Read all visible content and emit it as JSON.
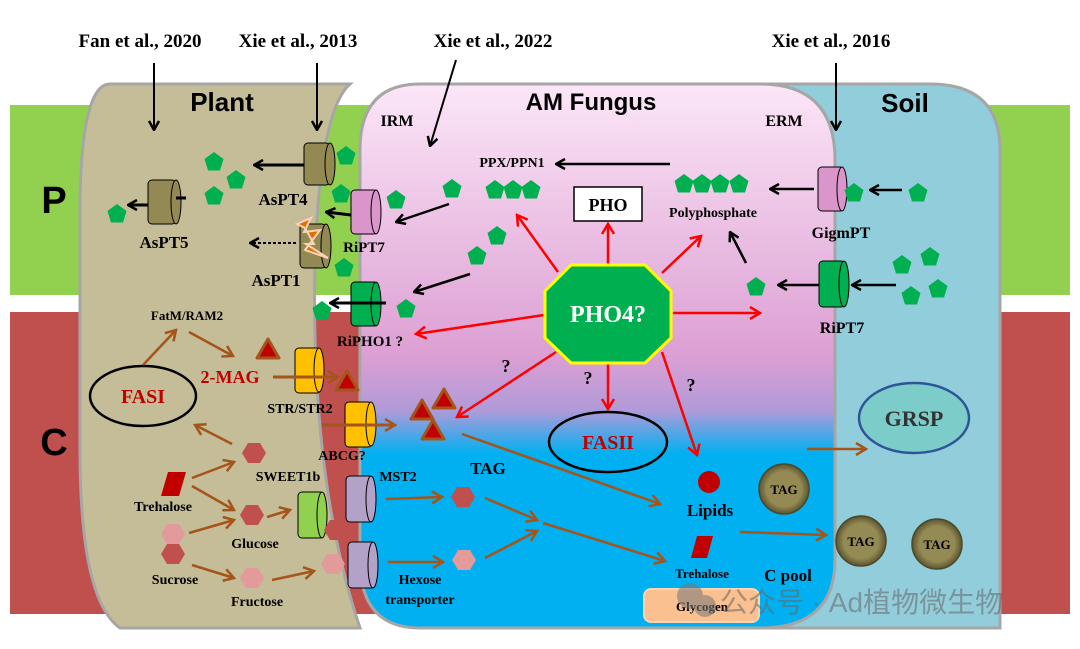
{
  "figure": {
    "references": [
      "Fan et al., 2020",
      "Xie et al., 2013",
      "Xie et al., 2022",
      "Xie et al., 2016"
    ],
    "compartments": {
      "plant": "Plant",
      "fungus": "AM Fungus",
      "soil": "Soil",
      "irm": "IRM",
      "erm": "ERM"
    },
    "side_labels": {
      "p": "P",
      "c": "C"
    },
    "transporters": {
      "aspt4": "AsPT4",
      "aspt5": "AsPT5",
      "aspt1": "AsPT1",
      "ript7_irm": "RiPT7",
      "ripho1": "RiPHO1 ?",
      "gigmpt": "GigmPT",
      "ript7_erm": "RiPT7",
      "str": "STR/STR2",
      "abcg": "ABCG?",
      "sweet": "SWEET1b",
      "mst2": "MST2",
      "hexose": [
        "Hexose",
        "transporter"
      ]
    },
    "molecules": {
      "ppx": "PPX/PPN1",
      "pho": "PHO",
      "polyphosphate": "Polyphosphate",
      "pho4": "PHO4?",
      "fatm": "FatM/RAM2",
      "mag": "2-MAG",
      "fasi": "FASI",
      "fasii": "FASII",
      "trehalose_plant": "Trehalose",
      "glucose": "Glucose",
      "sucrose": "Sucrose",
      "fructose": "Fructose",
      "tag_label": "TAG",
      "lipids": "Lipids",
      "trehalose_fungus": "Trehalose",
      "cpool": "C pool",
      "glycogen": "Glycogen",
      "grsp": "GRSP",
      "tag_bubble": "TAG",
      "question": "?"
    },
    "watermark": "公众号 · Ad植物微生物",
    "colors": {
      "p_band": "#92d050",
      "c_band": "#c0504d",
      "plant": "#c4bd97",
      "fungus_top": "#fbe4f6",
      "fungus_mid": "#dc9fd3",
      "fungus_bottom": "#00b0f0",
      "soil": "#92cddc",
      "phosphate": "#00b050",
      "pho4_border": "#ffff00",
      "red_arrow": "#ff0000",
      "brown_arrow": "#a5541a",
      "lipid_red": "#c00000",
      "tag_bubble": "#948a54"
    }
  }
}
